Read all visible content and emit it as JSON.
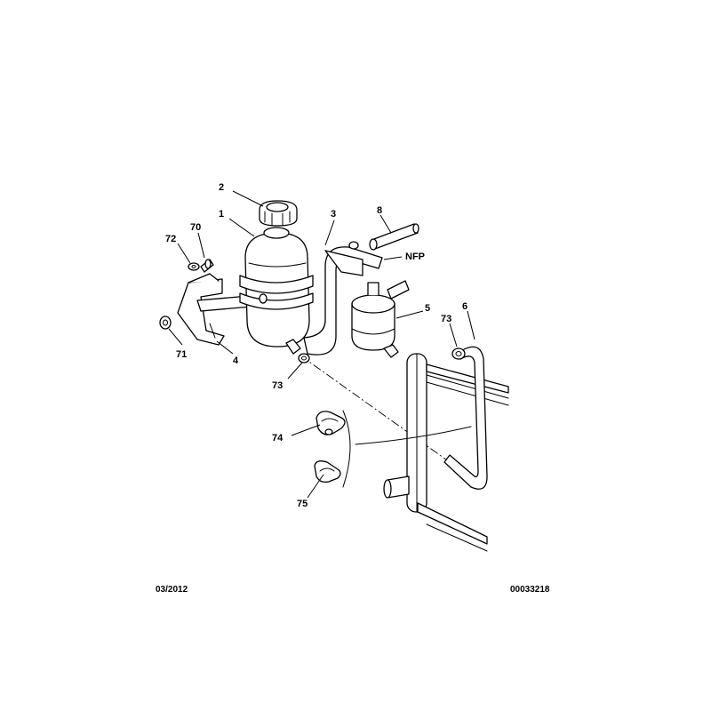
{
  "diagram": {
    "callouts": {
      "c1": "1",
      "c2": "2",
      "c3": "3",
      "c4": "4",
      "c5": "5",
      "c6": "6",
      "c8": "8",
      "nfp": "NFP",
      "c70": "70",
      "c71": "71",
      "c72": "72",
      "c73a": "73",
      "c73b": "73",
      "c74": "74",
      "c75": "75"
    }
  },
  "footer": {
    "date": "03/2012",
    "reference": "00033218"
  }
}
